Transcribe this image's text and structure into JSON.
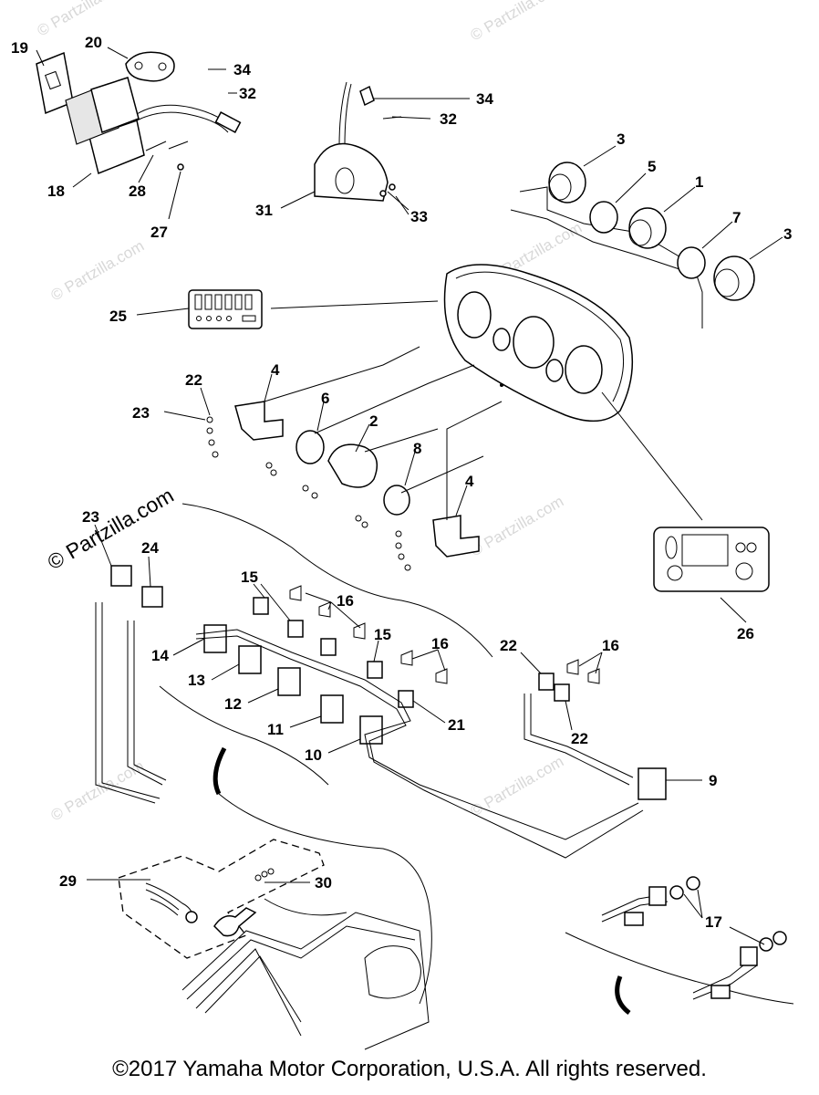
{
  "copyright": "©2017 Yamaha Motor Corporation, U.S.A. All rights reserved.",
  "watermark": {
    "large": "© Partzilla.com",
    "small": "© Partzilla.com"
  },
  "callouts": {
    "c1": "1",
    "c2": "2",
    "c3a": "3",
    "c3b": "3",
    "c4a": "4",
    "c4b": "4",
    "c5": "5",
    "c6": "6",
    "c7": "7",
    "c8": "8",
    "c9": "9",
    "c10": "10",
    "c11": "11",
    "c12": "12",
    "c13": "13",
    "c14": "14",
    "c15a": "15",
    "c15b": "15",
    "c16a": "16",
    "c16b": "16",
    "c16c": "16",
    "c17": "17",
    "c18": "18",
    "c19": "19",
    "c20": "20",
    "c21": "21",
    "c22a": "22",
    "c22b": "22",
    "c22c": "22",
    "c23a": "23",
    "c23b": "23",
    "c24": "24",
    "c25": "25",
    "c26": "26",
    "c27": "27",
    "c28": "28",
    "c29": "29",
    "c30": "30",
    "c31": "31",
    "c32a": "32",
    "c32b": "32",
    "c33": "33",
    "c34a": "34",
    "c34b": "34"
  },
  "colors": {
    "line": "#000000",
    "watermark": "#d8d8d8",
    "background": "#ffffff"
  }
}
